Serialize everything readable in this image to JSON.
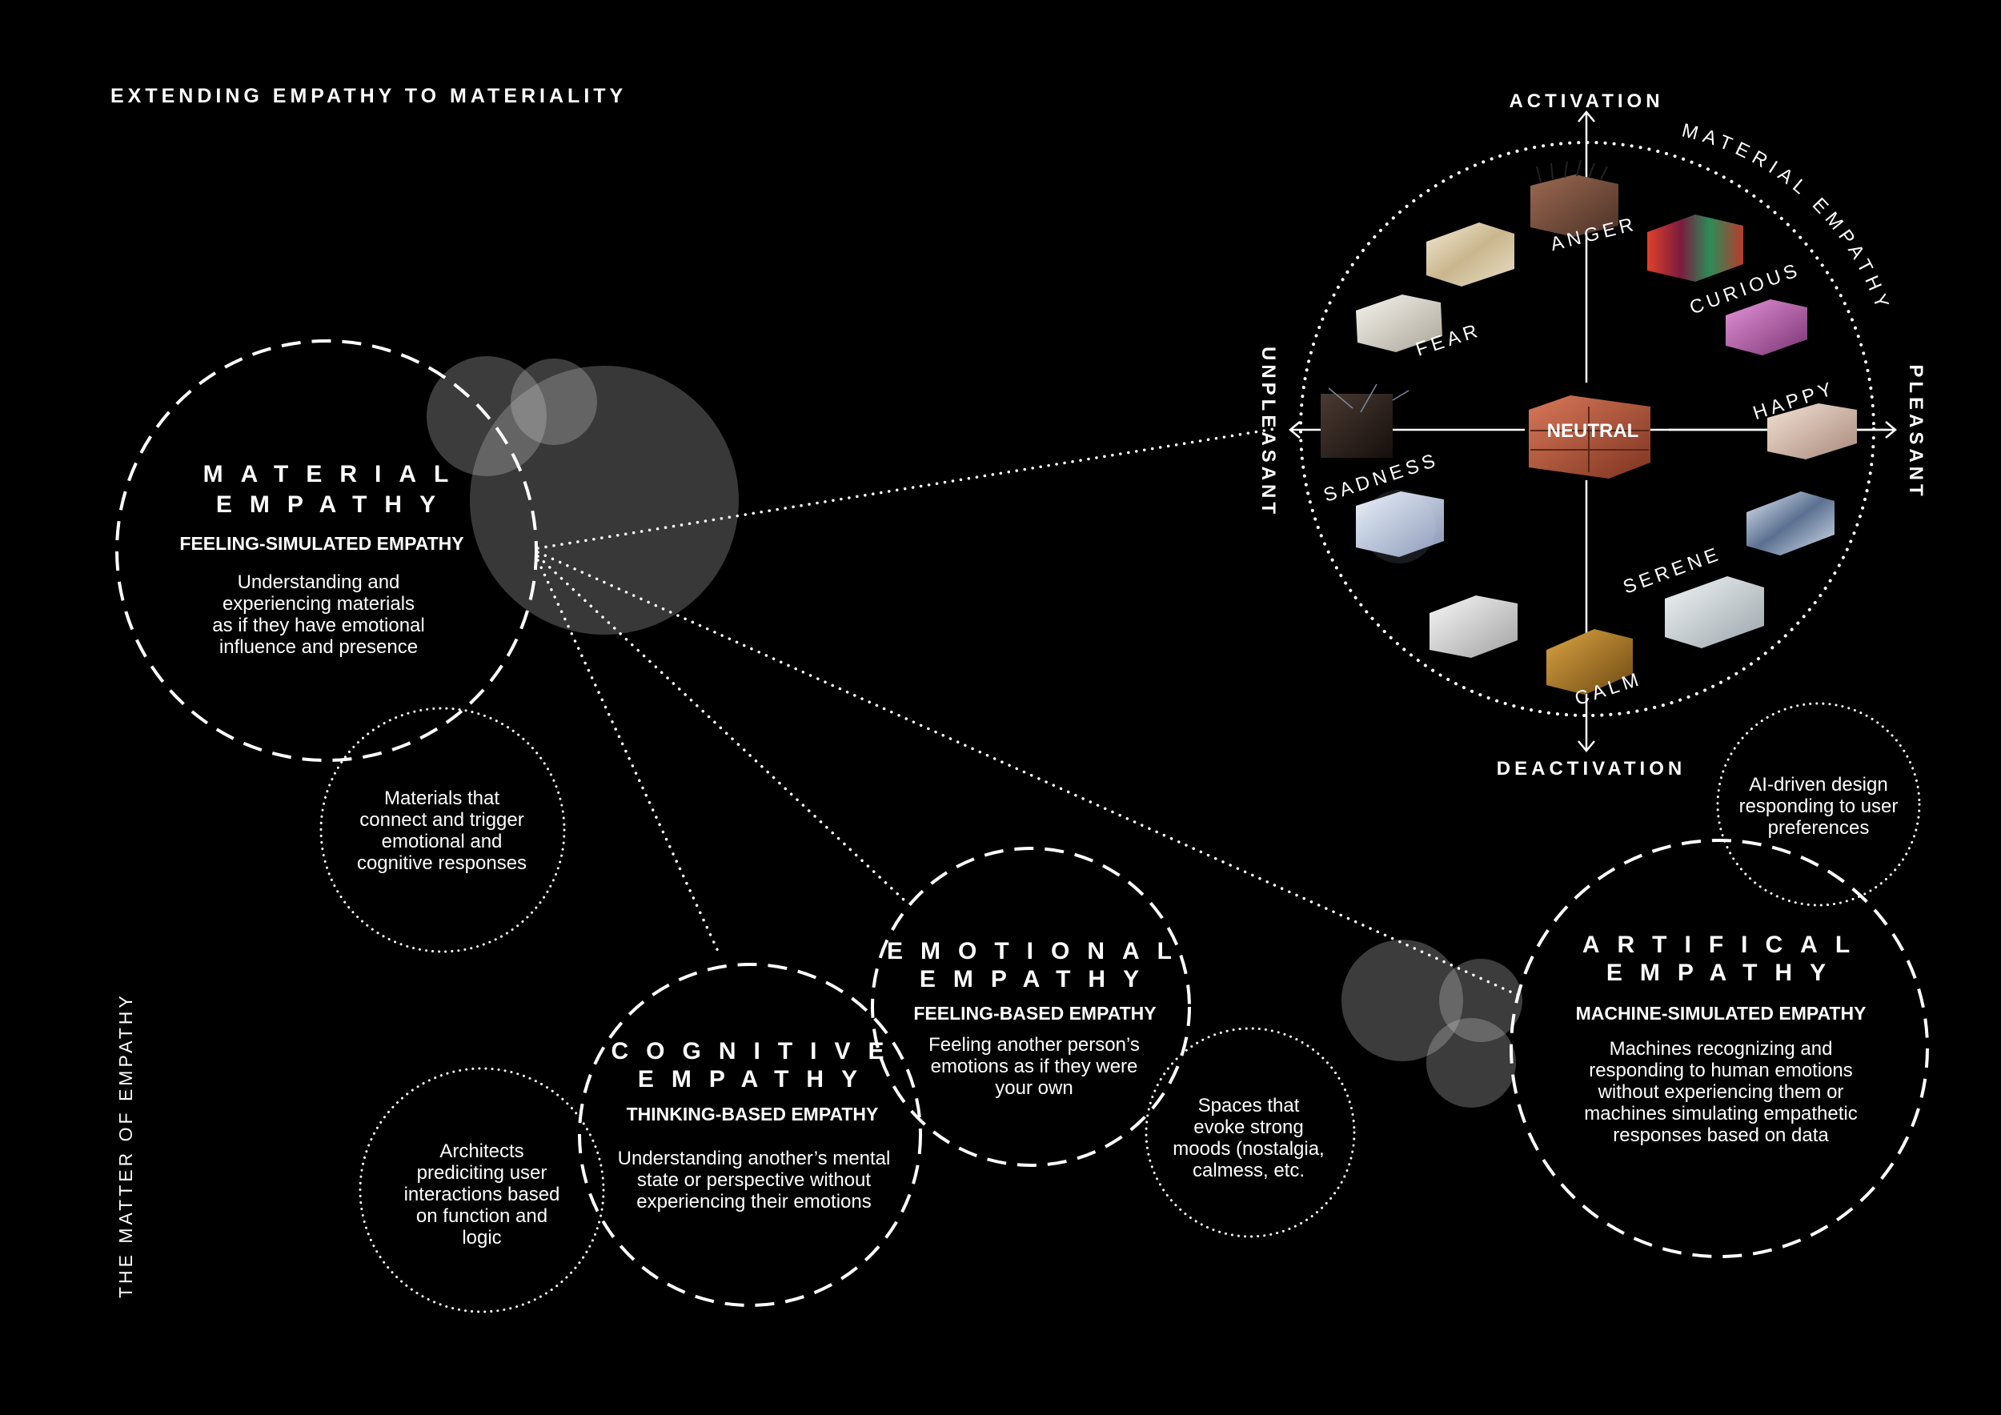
{
  "header": {
    "title": "EXTENDING EMPATHY TO MATERIALITY",
    "side_label": "THE MATTER OF EMPATHY"
  },
  "colors": {
    "background": "#000000",
    "foreground": "#ffffff",
    "bubble_fill": "#d9d9d9"
  },
  "material": {
    "title_1": "MATERIAL",
    "title_2": "EMPATHY",
    "subtitle": "FEELING-SIMULATED EMPATHY",
    "desc": [
      "Understanding and",
      "experiencing materials",
      "as if they have emotional",
      "influence and presence"
    ],
    "note": [
      "Materials that",
      "connect and trigger",
      "emotional and",
      "cognitive responses"
    ]
  },
  "cognitive": {
    "title_1": "COGNITIVE",
    "title_2": "EMPATHY",
    "subtitle": "THINKING-BASED EMPATHY",
    "desc": [
      "Understanding another’s mental",
      "state or perspective without",
      "experiencing their emotions"
    ],
    "note": [
      "Architects",
      "prediciting user",
      "interactions based",
      "on function and",
      "logic"
    ]
  },
  "emotional": {
    "title_1": "EMOTIONAL",
    "title_2": "EMPATHY",
    "subtitle": "FEELING-BASED EMPATHY",
    "desc": [
      "Feeling another person’s",
      "emotions as if they were",
      "your own"
    ],
    "note": [
      "Spaces that",
      "evoke strong",
      "moods (nostalgia,",
      "calmess, etc."
    ]
  },
  "artificial": {
    "title_1": "ARTIFICAL",
    "title_2": "EMPATHY",
    "subtitle": "MACHINE-SIMULATED EMPATHY",
    "desc": [
      "Machines recognizing and",
      "responding to human emotions",
      "without experiencing them or",
      "machines simulating empathetic",
      "responses based on data"
    ],
    "note": [
      "AI-driven design",
      "responding to user",
      "preferences"
    ]
  },
  "wheel": {
    "ring_label": "MATERIAL EMPATHY",
    "axes": {
      "top": "ACTIVATION",
      "bottom": "DEACTIVATION",
      "left": "UNPLEASANT",
      "right": "PLEASANT"
    },
    "center": "NEUTRAL",
    "emotions": [
      "ANGER",
      "CURIOUS",
      "FEAR",
      "HAPPY",
      "SADNESS",
      "SERENE",
      "CALM"
    ],
    "materials": [
      {
        "name": "spiked-brick",
        "colors": [
          "#8a5a44",
          "#5c3d30"
        ]
      },
      {
        "name": "marble-block",
        "colors": [
          "#e7dcc0",
          "#b9a883"
        ]
      },
      {
        "name": "iridescent-block",
        "colors": [
          "#c63a2e",
          "#2f7e55"
        ]
      },
      {
        "name": "white-stone",
        "colors": [
          "#ece8df",
          "#b7b2a6"
        ]
      },
      {
        "name": "pink-crystal",
        "colors": [
          "#d27fc7",
          "#8a3f86"
        ]
      },
      {
        "name": "cracked-block",
        "colors": [
          "#3a2f2a",
          "#1b1512"
        ]
      },
      {
        "name": "brick-stack",
        "colors": [
          "#c3664a",
          "#8d3e27"
        ]
      },
      {
        "name": "pink-stone",
        "colors": [
          "#e8d3c8",
          "#b8998a"
        ]
      },
      {
        "name": "ice-block",
        "colors": [
          "#dde6f2",
          "#98a6c2"
        ]
      },
      {
        "name": "metallic-foil",
        "colors": [
          "#c8d8ea",
          "#6a7d97"
        ]
      },
      {
        "name": "rough-white",
        "colors": [
          "#efefef",
          "#b4b4b4"
        ]
      },
      {
        "name": "clear-glass",
        "colors": [
          "#e7ecee",
          "#a9b3b8"
        ]
      },
      {
        "name": "wood-block",
        "colors": [
          "#c9922f",
          "#7a5417"
        ]
      }
    ]
  }
}
